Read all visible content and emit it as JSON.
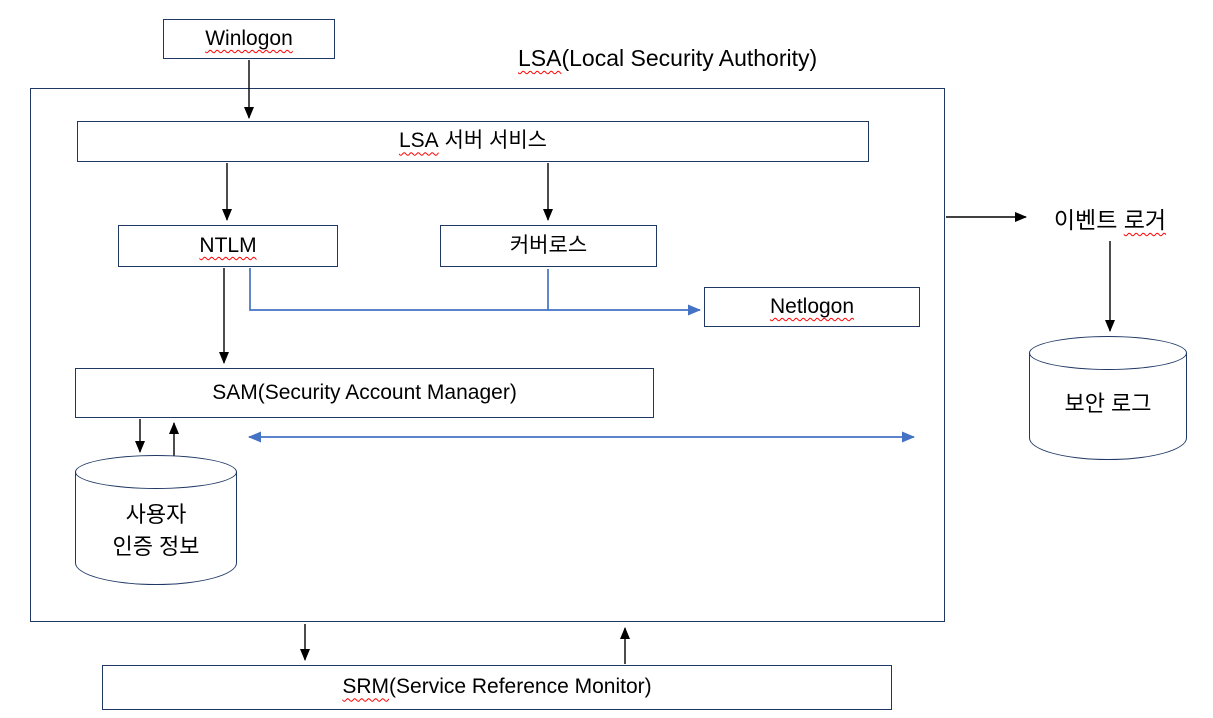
{
  "title": {
    "misspelled": "LSA",
    "rest": "(Local Security Authority)"
  },
  "nodes": {
    "winlogon": {
      "label": "Winlogon"
    },
    "lsa_server_service": {
      "misspelled": "LSA",
      "rest": " 서버 서비스"
    },
    "ntlm": {
      "label": "NTLM"
    },
    "kerberos": {
      "label": "커버로스"
    },
    "netlogon": {
      "label": "Netlogon"
    },
    "sam": {
      "label": "SAM(Security Account Manager)"
    },
    "user_auth_store": {
      "line1": "사용자",
      "line2": "인증 정보"
    },
    "event_logger": {
      "plain": "이벤트 ",
      "misspelled": "로거"
    },
    "security_log_store": {
      "label": "보안 로그"
    },
    "srm": {
      "misspelled": "SRM",
      "rest": "(Service Reference Monitor)"
    }
  },
  "connections": [
    {
      "from": "Winlogon",
      "to": "LSA 서버 서비스",
      "style": "black-arrow"
    },
    {
      "from": "LSA 서버 서비스",
      "to": "NTLM",
      "style": "black-arrow"
    },
    {
      "from": "LSA 서버 서비스",
      "to": "커버로스",
      "style": "black-arrow"
    },
    {
      "from": "NTLM",
      "to": "SAM(Security Account Manager)",
      "style": "black-arrow"
    },
    {
      "from": "NTLM",
      "to": "Netlogon",
      "style": "blue-arrow"
    },
    {
      "from": "커버로스",
      "to": "Netlogon",
      "style": "blue-arrow"
    },
    {
      "from": "SAM(Security Account Manager)",
      "to": "사용자 인증 정보",
      "style": "black-arrow"
    },
    {
      "from": "사용자 인증 정보",
      "to": "SAM(Security Account Manager)",
      "style": "black-arrow"
    },
    {
      "between": [
        "SAM(Security Account Manager)",
        "Netlogon"
      ],
      "style": "blue-double-arrow"
    },
    {
      "from": "LSA(Local Security Authority)",
      "to": "이벤트 로거",
      "style": "black-arrow"
    },
    {
      "from": "이벤트 로거",
      "to": "보안 로그",
      "style": "black-arrow"
    },
    {
      "from": "LSA(Local Security Authority)",
      "to": "SRM(Service Reference Monitor)",
      "style": "black-arrow"
    },
    {
      "from": "SRM(Service Reference Monitor)",
      "to": "LSA(Local Security Authority)",
      "style": "black-arrow"
    }
  ],
  "colors": {
    "box_border": "#1f3864",
    "connector_black": "#000000",
    "connector_blue": "#4472c4",
    "misspell_underline": "#ff0000",
    "background": "#ffffff",
    "text": "#000000"
  }
}
